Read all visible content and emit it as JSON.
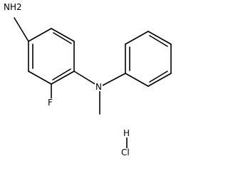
{
  "labels": {
    "amine": "NH2",
    "fluoro": "F",
    "nitrogen": "N",
    "hydrogen": "H",
    "chloride": "Cl"
  }
}
